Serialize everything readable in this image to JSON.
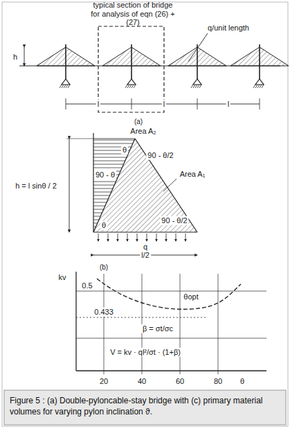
{
  "diagram": {
    "caption": "Figure 5 : (a) Double-pyloncable-stay bridge with (c) primary material volumes for varying pylon inclination ϑ.",
    "labels": [
      "typical section of bridge for analysis of eqn (26) + (27)",
      "q/unit length",
      "h",
      "l",
      "l",
      "l",
      "(a)",
      "Area A₂",
      "θ",
      "90 - θ/2",
      "Area A₁",
      "90 - θ/2",
      "90 - θ",
      "h = l sinθ / 2",
      "θ",
      "q",
      "l/2",
      "(b)",
      "kv",
      "0.5",
      "0.433",
      "θopt",
      "β = σt/σc",
      "V = kv · ql²/σt · (1+β)",
      "20",
      "40",
      "60",
      "80",
      "θ"
    ]
  }
}
